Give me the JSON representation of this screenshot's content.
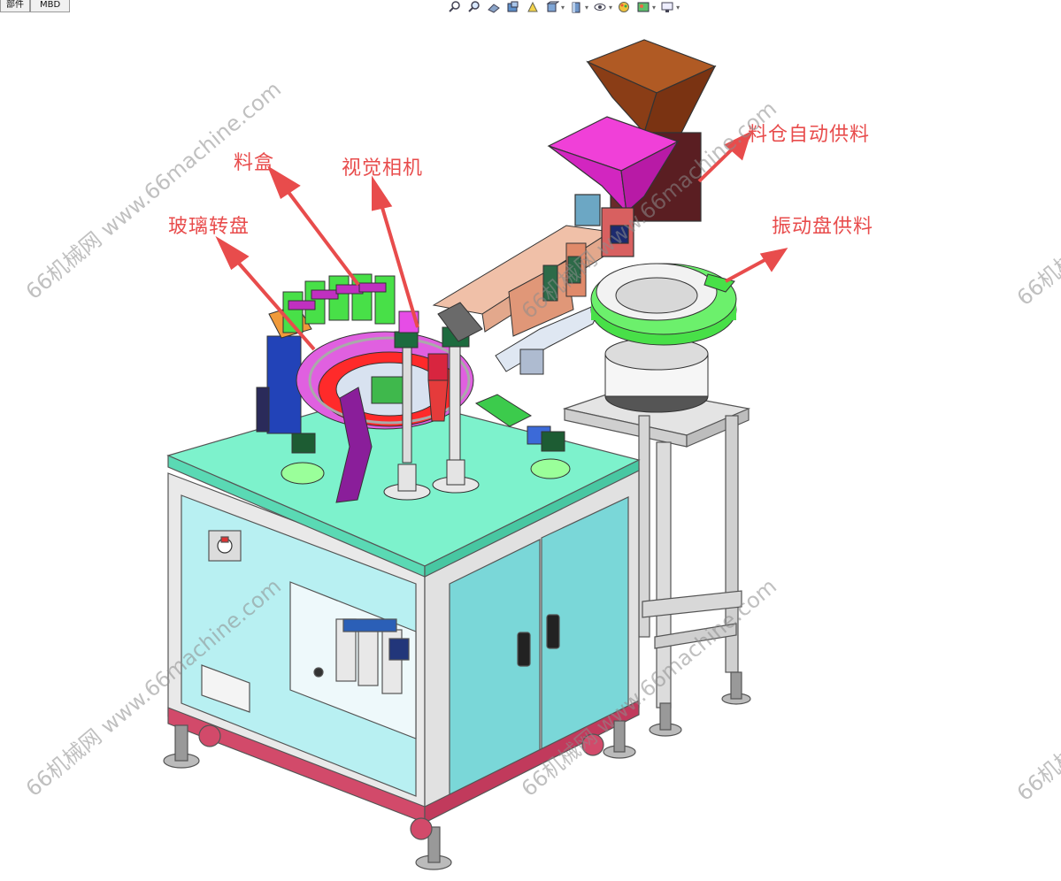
{
  "tabs": [
    "部件",
    "MBD"
  ],
  "toolbar": {
    "icons": [
      "zoom-fit-icon",
      "zoom-area-icon",
      "previous-view-icon",
      "section-view-icon",
      "dynamic-annotation-icon",
      "view-orientation-icon",
      "display-style-icon",
      "hide-show-icon",
      "edit-appearance-icon",
      "apply-scene-icon",
      "view-settings-icon"
    ]
  },
  "callouts": {
    "glass_turntable": "玻璃转盘",
    "material_box": "料盒",
    "vision_camera": "视觉相机",
    "hopper_feed": "料仓自动供料",
    "vibratory_bowl_feed": "振动盘供料"
  },
  "watermark": "66机械网 www.66machine.com",
  "colors": {
    "callout": "#e84c4c",
    "table_top": "#7df2cc",
    "cabinet_panel": "#b8f0f2",
    "door_panel": "#7ad7d8",
    "frame": "#e8e8e8",
    "hopper_brown": "#9a4a1e",
    "hopper_magenta": "#e030c8",
    "bowl_green": "#48e048",
    "turntable_magenta": "#e060e0"
  }
}
